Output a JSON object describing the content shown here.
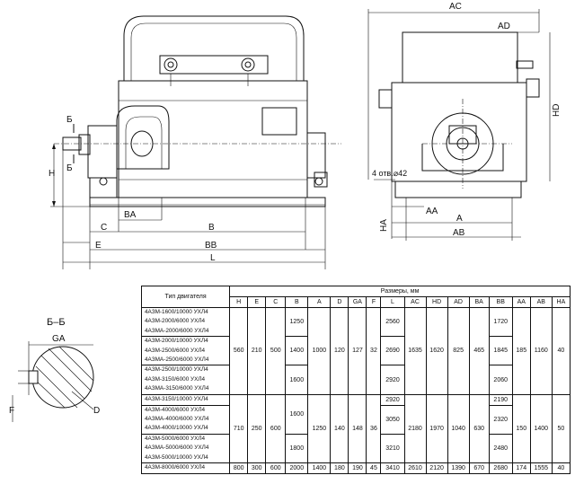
{
  "labels": {
    "AC": "AC",
    "AD": "AD",
    "HD": "HD",
    "H": "H",
    "HA": "HA",
    "C": "C",
    "BA": "BA",
    "B": "B",
    "E": "E",
    "BB": "BB",
    "L": "L",
    "AA": "AA",
    "A": "A",
    "AB": "AB",
    "B_section": "Б",
    "holes": "4 отв.⌀42",
    "section_title": "Б–Б",
    "GA": "GA",
    "F": "F",
    "D": "D"
  },
  "table": {
    "type_header": "Тип двигателя",
    "sizes_header": "Размеры, мм",
    "columns": [
      "H",
      "E",
      "C",
      "B",
      "A",
      "D",
      "GA",
      "F",
      "L",
      "AC",
      "HD",
      "AD",
      "BA",
      "BB",
      "AA",
      "AB",
      "HA"
    ],
    "group1_types": [
      "4АЗМ-1600/10000 УХЛ4",
      "4АЗМ-2000/6000 УХЛ4",
      "4АЗМА-2000/6000 УХЛ4",
      "4АЗМ-2000/10000 УХЛ4",
      "4АЗМ-2500/6000 УХЛ4",
      "4АЗМА-2500/6000 УХЛ4",
      "4АЗМ-2500/10000 УХЛ4",
      "4АЗМ-3150/6000 УХЛ4",
      "4АЗМА-3150/6000 УХЛ4"
    ],
    "group2_types": [
      "4АЗМ-3150/10000 УХЛ4",
      "4АЗМ-4000/6000 УХЛ4",
      "4АЗМА-4000/6000 УХЛ4",
      "4АЗМ-4000/10000 УХЛ4",
      "4АЗМ-5000/6000 УХЛ4",
      "4АЗМА-5000/6000 УХЛ4",
      "4АЗМ-5000/10000 УХЛ4"
    ],
    "last_type": "4АЗМ-8000/6000 УХЛ4",
    "g1": {
      "H": "560",
      "E": "210",
      "C": "500",
      "B1": "1250",
      "B2": "1400",
      "B3": "1600",
      "A": "1000",
      "D": "120",
      "GA": "127",
      "F": "32",
      "L1": "2560",
      "L2": "2690",
      "L3": "2920",
      "AC": "1635",
      "HD": "1620",
      "AD": "825",
      "BA": "465",
      "BB1": "1720",
      "BB2": "1845",
      "BB3": "2060",
      "AA": "185",
      "AB": "1160",
      "HA": "40"
    },
    "g2": {
      "H": "710",
      "E": "250",
      "C": "600",
      "B1": "1600",
      "B2": "1800",
      "A": "1250",
      "D": "140",
      "GA": "148",
      "F": "36",
      "L1": "2920",
      "L2": "3050",
      "L3": "3210",
      "AC": "2180",
      "HD": "1970",
      "AD": "1040",
      "BA": "630",
      "BB1": "2190",
      "BB2": "2320",
      "BB3": "2480",
      "AA": "150",
      "AB": "1400",
      "HA": "50"
    },
    "last": [
      "800",
      "300",
      "600",
      "2000",
      "1400",
      "180",
      "190",
      "45",
      "3410",
      "2610",
      "2120",
      "1390",
      "670",
      "2680",
      "174",
      "1555",
      "40"
    ]
  }
}
